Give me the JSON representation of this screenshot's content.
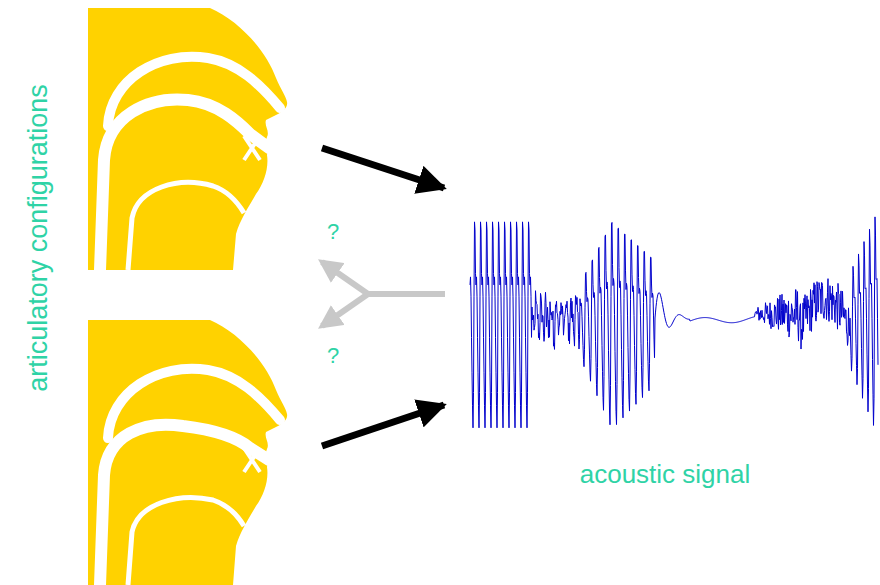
{
  "diagram": {
    "labels": [
      "articulatory configurations",
      "?",
      "?",
      "acoustic signal"
    ]
  }
}
